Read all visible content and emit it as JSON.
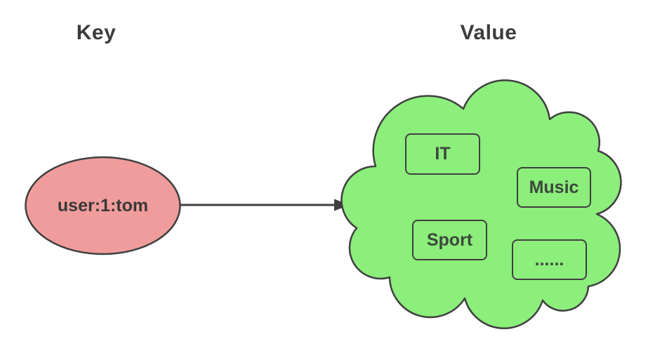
{
  "diagram": {
    "key_heading": "Key",
    "value_heading": "Value",
    "key_node": {
      "label": "user:1:tom",
      "fill": "#F19C9C",
      "stroke": "#3F3F3F"
    },
    "arrow": {
      "color": "#3F3F3F"
    },
    "value_cloud": {
      "fill": "#8CEE7B",
      "stroke": "#3F3F3F",
      "items": [
        {
          "label": "IT"
        },
        {
          "label": "Music"
        },
        {
          "label": "Sport"
        },
        {
          "label": "......"
        }
      ]
    }
  }
}
